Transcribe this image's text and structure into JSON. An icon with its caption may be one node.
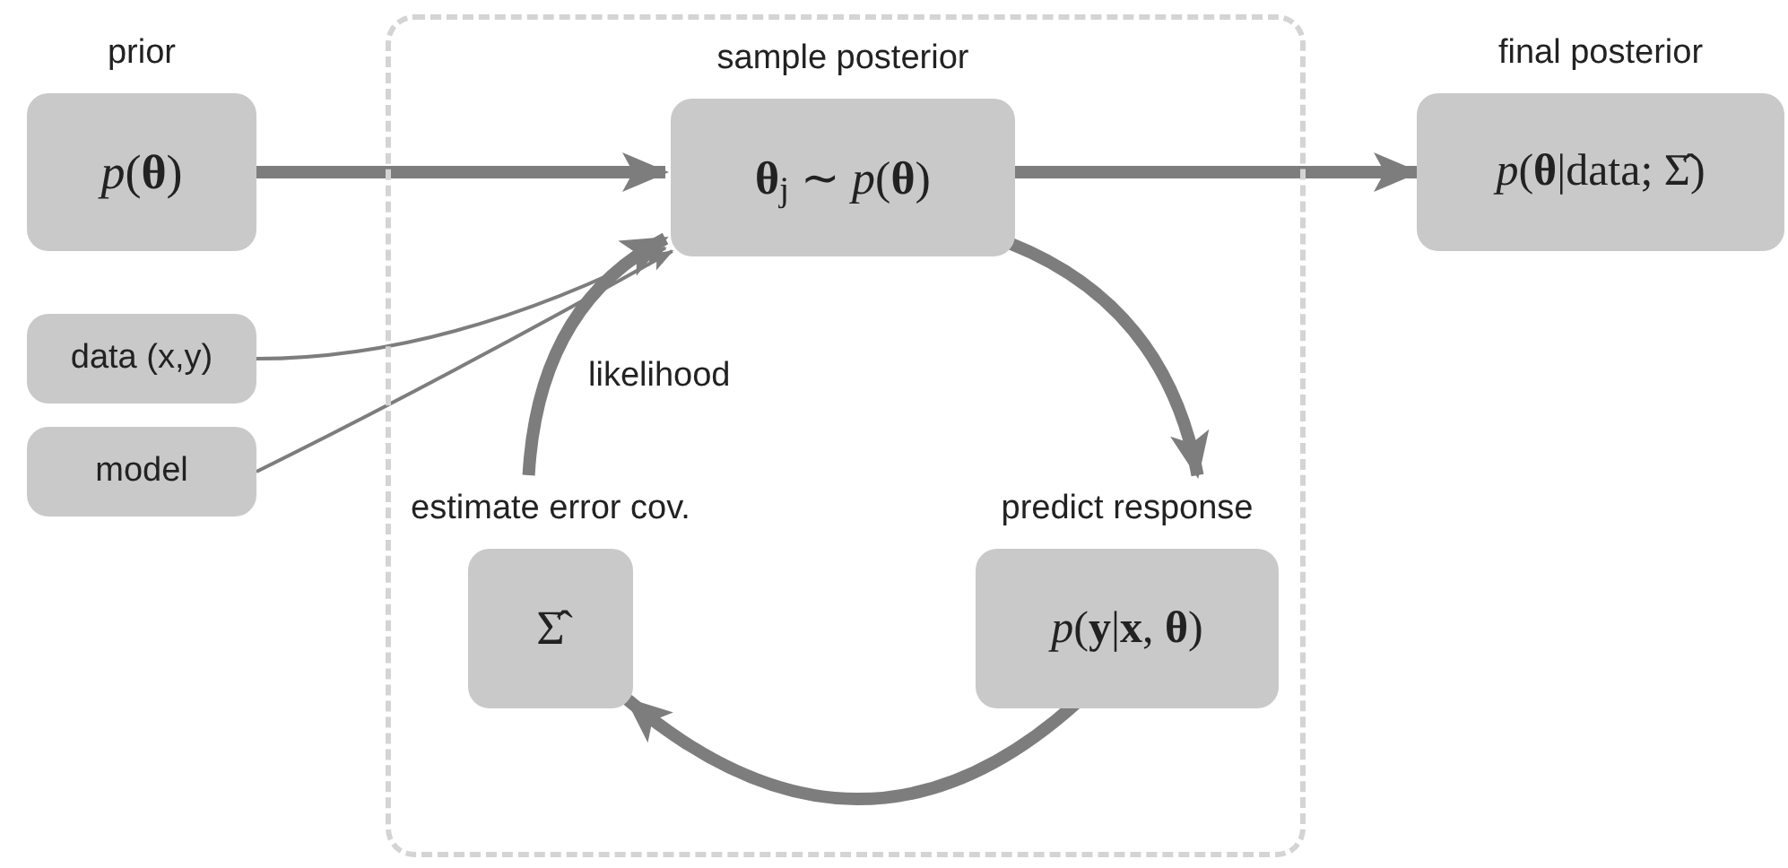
{
  "diagram": {
    "nodes": [
      {
        "text": [
          "prior",
          "*p*(**θ**)"
        ]
      },
      {
        "text": [
          "data (x,y)"
        ]
      },
      {
        "text": [
          "model"
        ]
      },
      {
        "text": [],
        "shape": "box"
      },
      {
        "text": [
          "sample posterior",
          "**θ**$_{j}$ ∼ *p*(**θ**)"
        ],
        "in": 3
      },
      {
        "text": [
          "final posterior",
          "*p*(**θ**|data; Σ̂)"
        ]
      },
      {
        "text": [
          "predict response",
          "*p*(**y**|**x**, **θ**)"
        ],
        "in": 3
      },
      {
        "text": [
          "estimate error cov.",
          "Σ̂"
        ],
        "in": 3
      }
    ],
    "edges": [
      {
        "from": 0,
        "to": 4,
        "arrow": "to"
      },
      {
        "from": 1,
        "to": 4,
        "arrow": "to"
      },
      {
        "from": 2,
        "to": 4,
        "arrow": "to"
      },
      {
        "from": 4,
        "to": 5,
        "arrow": "to"
      },
      {
        "from": 4,
        "to": 6,
        "arrow": "to"
      },
      {
        "from": 6,
        "to": 7,
        "arrow": "to"
      },
      {
        "from": 7,
        "to": 4,
        "arrow": "to",
        "label": "likelihood"
      }
    ]
  }
}
